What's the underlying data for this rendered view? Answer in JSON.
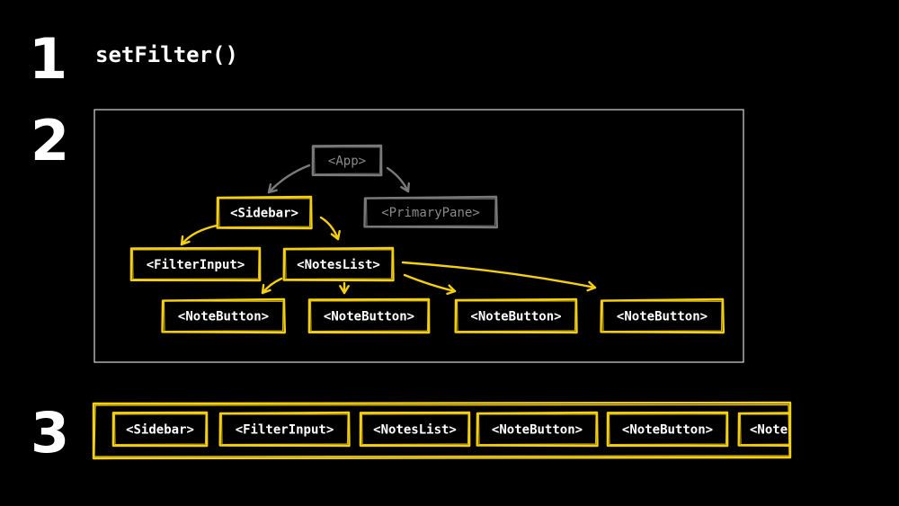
{
  "steps": {
    "one": "1",
    "two": "2",
    "three": "3"
  },
  "title": "setFilter()",
  "colors": {
    "active": "#f5d00f",
    "inactive": "#7a7a7a",
    "frame": "#d8d8d8",
    "text_active": "#ffffff",
    "text_inactive": "#8a8a8a",
    "background": "#000000"
  },
  "tree": {
    "nodes": [
      {
        "id": "app",
        "label": "<App>",
        "state": "inactive"
      },
      {
        "id": "sidebar",
        "label": "<Sidebar>",
        "state": "active"
      },
      {
        "id": "primarypane",
        "label": "<PrimaryPane>",
        "state": "inactive"
      },
      {
        "id": "filterinput",
        "label": "<FilterInput>",
        "state": "active"
      },
      {
        "id": "noteslist",
        "label": "<NotesList>",
        "state": "active"
      },
      {
        "id": "notebutton1",
        "label": "<NoteButton>",
        "state": "active"
      },
      {
        "id": "notebutton2",
        "label": "<NoteButton>",
        "state": "active"
      },
      {
        "id": "notebutton3",
        "label": "<NoteButton>",
        "state": "active"
      },
      {
        "id": "notebutton4",
        "label": "<NoteButton>",
        "state": "active"
      }
    ],
    "edges": [
      {
        "from": "app",
        "to": "sidebar"
      },
      {
        "from": "app",
        "to": "primarypane"
      },
      {
        "from": "sidebar",
        "to": "filterinput"
      },
      {
        "from": "sidebar",
        "to": "noteslist"
      },
      {
        "from": "noteslist",
        "to": "notebutton1"
      },
      {
        "from": "noteslist",
        "to": "notebutton2"
      },
      {
        "from": "noteslist",
        "to": "notebutton3"
      },
      {
        "from": "noteslist",
        "to": "notebutton4"
      }
    ]
  },
  "queue": {
    "items": [
      {
        "label": "<Sidebar>"
      },
      {
        "label": "<FilterInput>"
      },
      {
        "label": "<NotesList>"
      },
      {
        "label": "<NoteButton>"
      },
      {
        "label": "<NoteButton>"
      },
      {
        "label": "<Note"
      }
    ]
  }
}
